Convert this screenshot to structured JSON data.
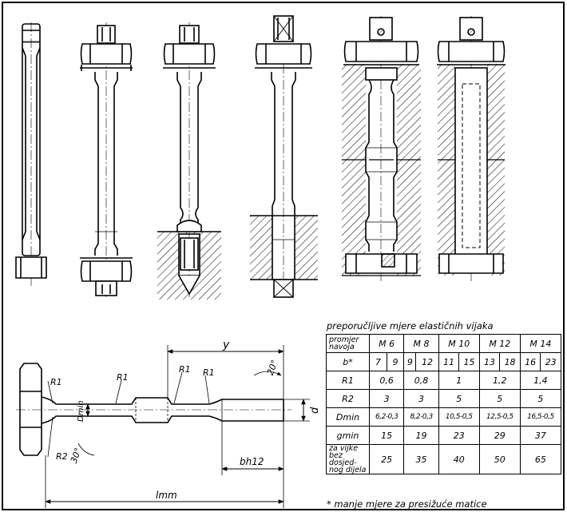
{
  "detail_labels": {
    "y": "y",
    "angle_top": "20°",
    "angle_bottom": "30°",
    "r1": "R1",
    "r2": "R2",
    "dmin": "Dmin",
    "d": "d",
    "b": "bh12",
    "l": "lmm"
  },
  "table": {
    "title": "preporučljive mjere  elastičnih vijaka",
    "note": "* manje mjere za presižuće matice",
    "row_headers": {
      "thread": "promjer navoja",
      "b": "b*",
      "r1": "R1",
      "r2": "R2",
      "dmin": "Dmin",
      "gmin": "gmin",
      "screw": "za vijke bez dosjed-nog dijela"
    },
    "sizes": [
      "M 6",
      "M 8",
      "M 10",
      "M 12",
      "M 14"
    ],
    "b": [
      [
        "7",
        "9"
      ],
      [
        "9",
        "12"
      ],
      [
        "11",
        "15"
      ],
      [
        "13",
        "18"
      ],
      [
        "16",
        "23"
      ]
    ],
    "r1": [
      "0,6",
      "0,8",
      "1",
      "1,2",
      "1,4"
    ],
    "r2": [
      "3",
      "3",
      "5",
      "5",
      "5"
    ],
    "dmin": [
      "6,2-0,3",
      "8,2-0,3",
      "10,5-0,5",
      "12,5-0,5",
      "16,5-0,5"
    ],
    "gmin": [
      "15",
      "19",
      "23",
      "29",
      "37"
    ],
    "screw": [
      "25",
      "35",
      "40",
      "50",
      "65"
    ]
  }
}
